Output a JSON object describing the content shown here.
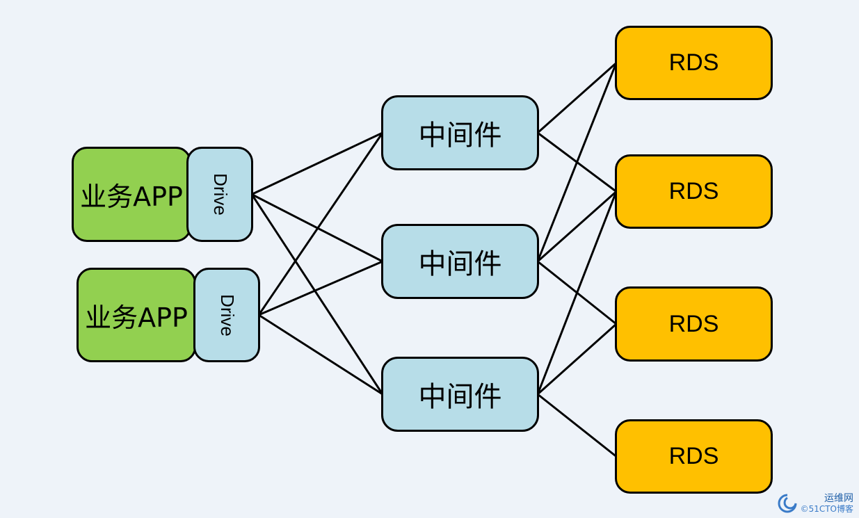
{
  "apps": [
    {
      "label": "业务APP",
      "driver": "Drive"
    },
    {
      "label": "业务APP",
      "driver": "Drive"
    }
  ],
  "middleware": [
    {
      "label": "中间件"
    },
    {
      "label": "中间件"
    },
    {
      "label": "中间件"
    }
  ],
  "databases": [
    {
      "label": "RDS"
    },
    {
      "label": "RDS"
    },
    {
      "label": "RDS"
    },
    {
      "label": "RDS"
    }
  ],
  "connections": [
    {
      "from": "drive-1",
      "to": "middleware-1"
    },
    {
      "from": "drive-1",
      "to": "middleware-2"
    },
    {
      "from": "drive-1",
      "to": "middleware-3"
    },
    {
      "from": "drive-2",
      "to": "middleware-1"
    },
    {
      "from": "drive-2",
      "to": "middleware-2"
    },
    {
      "from": "drive-2",
      "to": "middleware-3"
    },
    {
      "from": "middleware-1",
      "to": "rds-1"
    },
    {
      "from": "middleware-1",
      "to": "rds-2"
    },
    {
      "from": "middleware-2",
      "to": "rds-1"
    },
    {
      "from": "middleware-2",
      "to": "rds-2"
    },
    {
      "from": "middleware-2",
      "to": "rds-3"
    },
    {
      "from": "middleware-3",
      "to": "rds-2"
    },
    {
      "from": "middleware-3",
      "to": "rds-3"
    },
    {
      "from": "middleware-3",
      "to": "rds-4"
    }
  ],
  "colors": {
    "background": "#eef3f9",
    "app_fill": "#92d050",
    "driver_fill": "#b7dde8",
    "middleware_fill": "#b7dde8",
    "rds_fill": "#ffc000",
    "stroke": "#000000"
  },
  "watermark": {
    "line1": "运维网",
    "line2": "©51CTO博客",
    "icon": "swirl-logo-icon"
  }
}
